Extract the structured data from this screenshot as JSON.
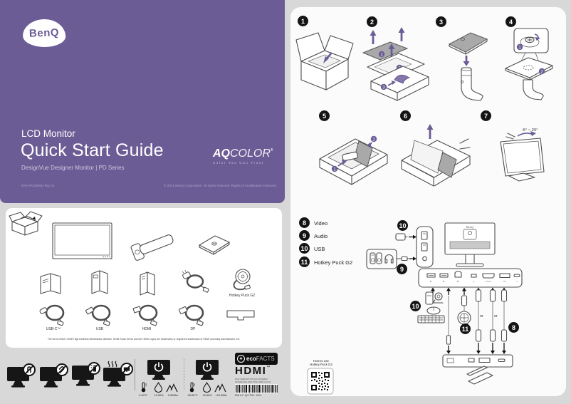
{
  "cover": {
    "brand": "BenQ",
    "product_line": "LCD Monitor",
    "title": "Quick Start Guide",
    "subtitle": "DesignVue Designer Monitor | PD Series",
    "part_number": "ENH-PD2665U-RQ-V1",
    "copyright": "© 2021 BenQ Corporation. All rights reserved. Rights of modification reserved.",
    "aqcolor_bold": "AQ",
    "aqcolor_light": "COLOR",
    "aqcolor_reg": "®",
    "aqcolor_tagline": "Color You Can Trust"
  },
  "package": {
    "puck_label": "Hotkey Puck G2",
    "cable_labels": [
      "USB-C™",
      "USB",
      "HDMI",
      "DP"
    ],
    "fine_print": "The terms HDMI, HDMI High-Definition Multimedia Interface, HDMI Trade Dress and the HDMI Logos are trademarks or registered trademarks of HDMI Licensing Administrator, Inc."
  },
  "steps": {
    "n1": "1",
    "n2": "2",
    "n3": "3",
    "n4": "4",
    "n5": "5",
    "n6": "6",
    "n7": "7",
    "tilt": "-5° ~ 20°",
    "s1": "1",
    "s2": "2",
    "s3": "3"
  },
  "legend": {
    "v_num": "8",
    "v_label": "Video",
    "a_num": "9",
    "a_label": "Audio",
    "u_num": "10",
    "u_label": "USB",
    "h_num": "11",
    "h_label": "Hotkey Puck G2"
  },
  "diagram": {
    "monitor_brand": "BenQ",
    "or1": "or",
    "or2": "or",
    "qr_line1": "How to use",
    "qr_line2": "Hotkey Puck G2"
  },
  "footer": {
    "operating_temp": "0-40°C",
    "operating_humidity": "10-90%",
    "operating_altitude": "0-3000m",
    "storage_temp": "-20-60°C",
    "storage_humidity": "10-90%",
    "storage_altitude": "<12,000m",
    "eco_bold": "eco",
    "eco_light": "FACTS",
    "hdmi": "HDMI",
    "hdmi_tm": "™",
    "hdmi_note": "HIGH-DEFINITION MULTIMEDIA INTERFACE AND THE HDMI LOGO",
    "barcode_number": "RN4J.Q2T01.001"
  }
}
